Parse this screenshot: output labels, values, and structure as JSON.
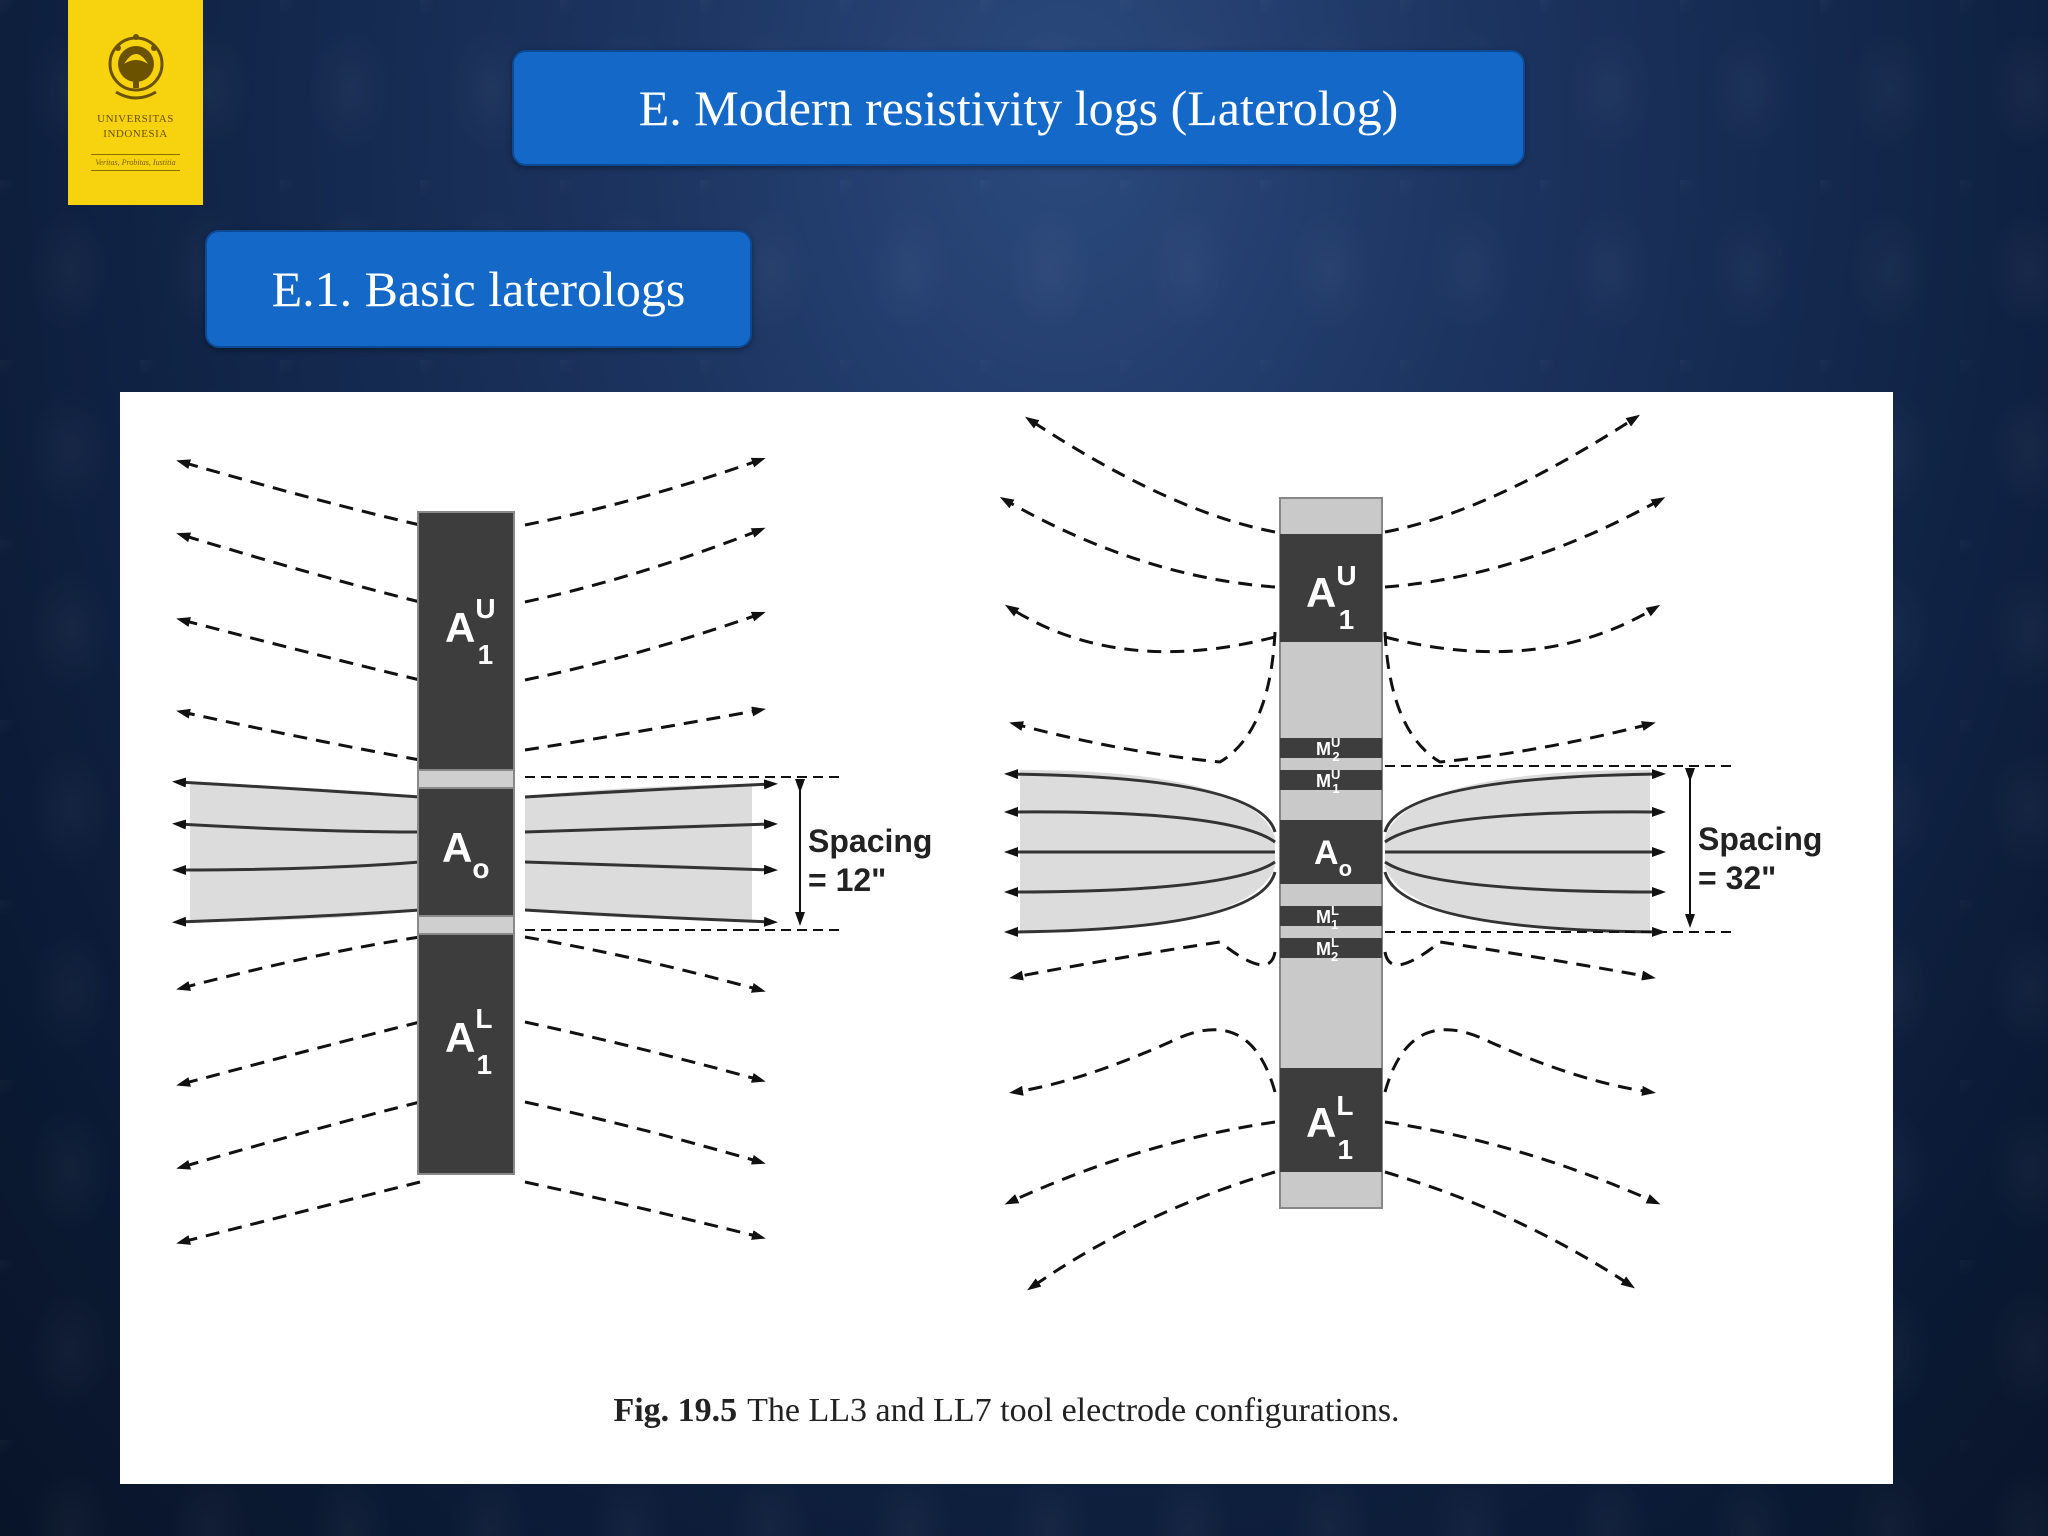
{
  "slide": {
    "title": "E. Modern resistivity logs (Laterolog)",
    "subtitle": "E.1. Basic laterologs"
  },
  "logo": {
    "line1": "UNIVERSITAS",
    "line2": "INDONESIA",
    "motto": "Veritas, Probitas, Iustitia",
    "icon": "makara-emblem-icon"
  },
  "figure": {
    "caption_label": "Fig. 19.5",
    "caption_text": "The LL3 and LL7 tool electrode configurations.",
    "ll3": {
      "upper_electrode": "A",
      "upper_sub": "1",
      "upper_sup": "U",
      "center_electrode": "A",
      "center_sub": "o",
      "lower_electrode": "A",
      "lower_sub": "1",
      "lower_sup": "L",
      "spacing_line1": "Spacing",
      "spacing_line2": "= 12\""
    },
    "ll7": {
      "upper_electrode": "A",
      "upper_sub": "1",
      "upper_sup": "U",
      "m2u": "M",
      "m2u_sup": "U",
      "m2u_sub": "2",
      "m1u": "M",
      "m1u_sup": "U",
      "m1u_sub": "1",
      "center_electrode": "A",
      "center_sub": "o",
      "m1l": "M",
      "m1l_sup": "L",
      "m1l_sub": "1",
      "m2l": "M",
      "m2l_sup": "L",
      "m2l_sub": "2",
      "lower_electrode": "A",
      "lower_sub": "1",
      "lower_sup": "L",
      "spacing_line1": "Spacing",
      "spacing_line2": "= 32\""
    }
  }
}
